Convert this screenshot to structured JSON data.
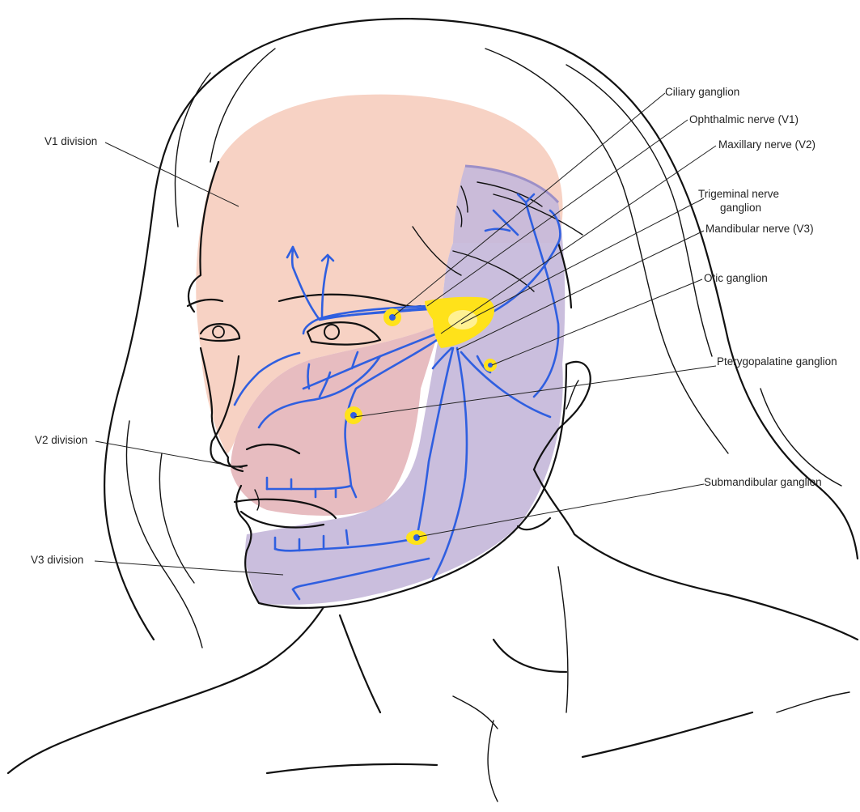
{
  "labels": {
    "v1_division": "V1 division",
    "v2_division": "V2 division",
    "v3_division": "V3 division",
    "ciliary_ganglion": "Ciliary ganglion",
    "ophthalmic_nerve": "Ophthalmic nerve (V1)",
    "maxillary_nerve": "Maxillary nerve (V2)",
    "trigeminal_ganglion_line1": "Trigeminal nerve",
    "trigeminal_ganglion_line2": "ganglion",
    "mandibular_nerve": "Mandibular nerve (V3)",
    "otic_ganglion": "Otic ganglion",
    "pterygopalatine_ganglion": "Pterygopalatine ganglion",
    "submandibular_ganglion": "Submandibular ganglion"
  },
  "colors": {
    "v1_region": "#f7d2c4",
    "v2_region": "#e7bcc0",
    "v3_region": "#c6b8da",
    "nerve": "#2f5fe0",
    "ganglion": "#ffe21a",
    "outline": "#111111"
  }
}
